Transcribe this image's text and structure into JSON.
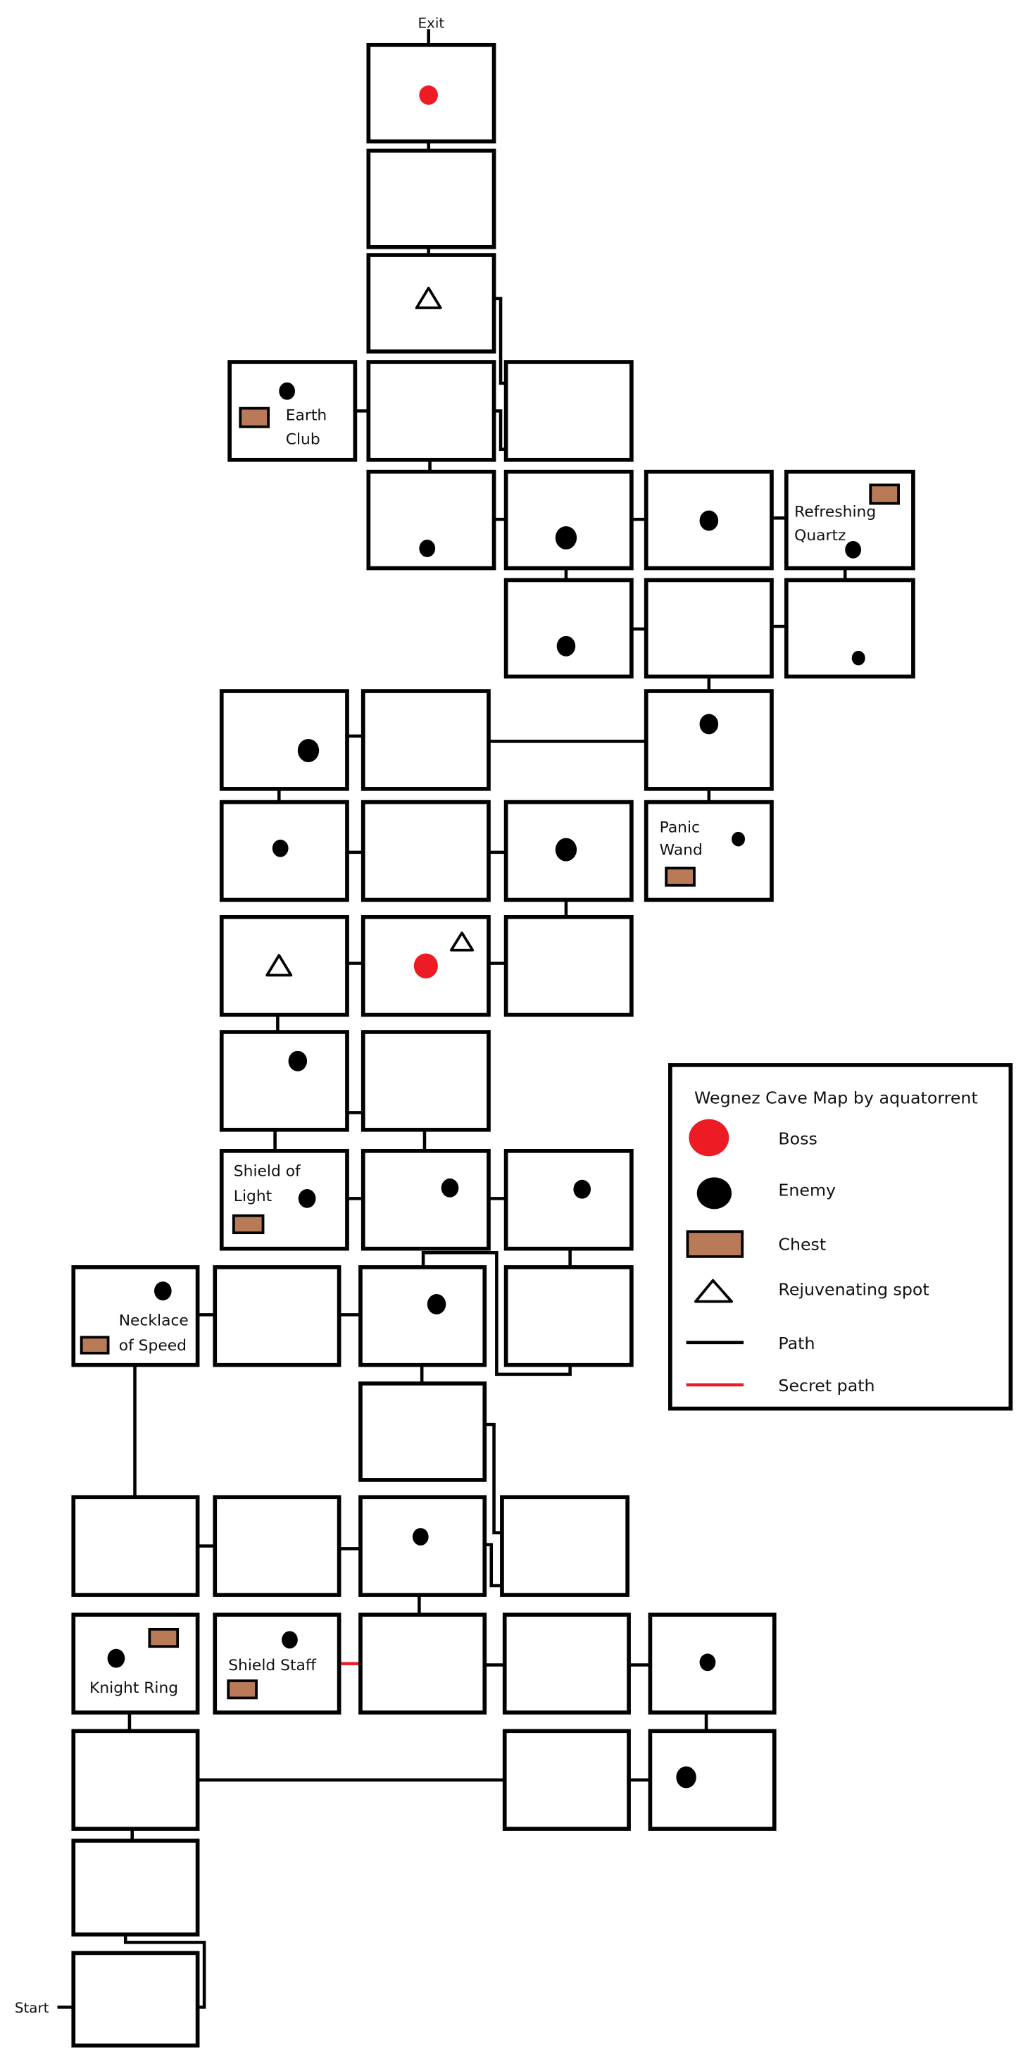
{
  "markers": {
    "exit": "Exit",
    "start": "Start"
  },
  "items": {
    "earth_club": [
      "Earth",
      "Club"
    ],
    "refreshing_quartz": [
      "Refreshing",
      "Quartz"
    ],
    "panic_wand": [
      "Panic",
      "Wand"
    ],
    "shield_of_light": [
      "Shield of",
      "Light"
    ],
    "necklace_of_speed": [
      "Necklace",
      "of Speed"
    ],
    "knight_ring": "Knight Ring",
    "shield_staff": "Shield Staff"
  },
  "legend": {
    "title": "Wegnez Cave Map by aquatorrent",
    "entries": [
      {
        "label": "Boss",
        "icon": "boss-icon"
      },
      {
        "label": "Enemy",
        "icon": "enemy-icon"
      },
      {
        "label": "Chest",
        "icon": "chest-icon"
      },
      {
        "label": "Rejuvenating spot",
        "icon": "rejuvenating-spot-icon"
      },
      {
        "label": "Path",
        "icon": "path-line-icon"
      },
      {
        "label": "Secret path",
        "icon": "secret-path-line-icon"
      }
    ]
  },
  "colors": {
    "boss": "#ed1c24",
    "enemy": "#000000",
    "chest": "#b97a57",
    "path": "#000000",
    "secret_path": "#ed1c24"
  }
}
